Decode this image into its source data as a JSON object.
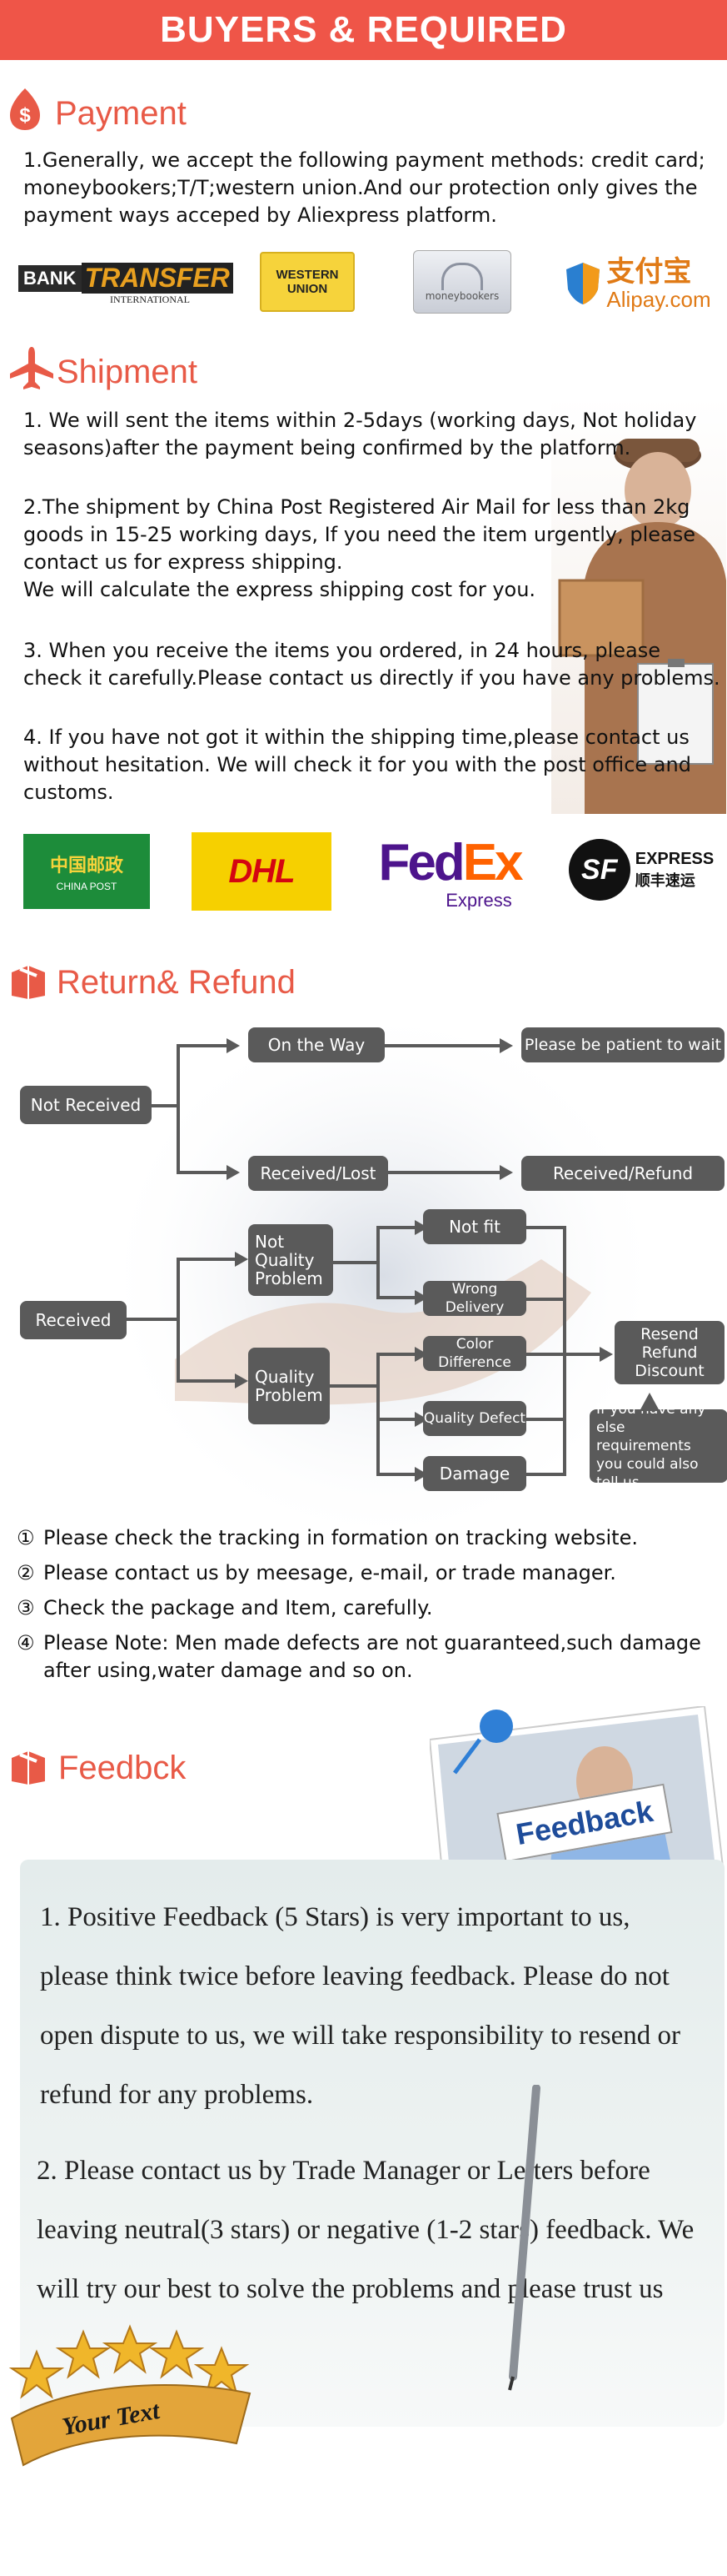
{
  "banner": {
    "title": "BUYERS & REQUIRED"
  },
  "payment": {
    "title": "Payment",
    "text": "1.Generally, we accept the following payment methods: credit card; moneybookers;T/T;western union.And our protection only gives the payment ways acceped by Aliexpress platform.",
    "logos": {
      "bank": {
        "big": "BANK",
        "big2": "TRANSFER",
        "small": "INTERNATIONAL"
      },
      "western": {
        "line1": "WESTERN",
        "line2": "UNION"
      },
      "moneybookers": {
        "name": "moneybookers"
      },
      "alipay": {
        "cn": "支付宝",
        "en": "Alipay.com"
      }
    }
  },
  "shipment": {
    "title": "Shipment",
    "p1": "1. We will sent the items within 2-5days (working days, Not holiday seasons)after the payment being confirmed by the platform.",
    "p2": "2.The shipment by China Post Registered Air Mail for less than  2kg goods in 15-25 working days, If  you need the item urgently, please contact us for express shipping.",
    "p2b": "We will calculate the express shipping cost for you.",
    "p3": "3. When you receive the items you ordered, in 24 hours, please check  it carefully.Please contact us directly if you have any problems.",
    "p4": "4. If you have not got it within the shipping time,please contact us without hesitation. We will check it for you with the post office and customs.",
    "logos": {
      "chinapost": {
        "cn": "中国邮政",
        "en": "CHINA POST"
      },
      "dhl": "DHL",
      "fedex": {
        "fed": "Fed",
        "ex": "Ex",
        "sub": "Express"
      },
      "sf": {
        "mark": "SF",
        "en": "EXPRESS",
        "cn": "顺丰速运"
      }
    }
  },
  "refund": {
    "title": "Return& Refund",
    "flow": {
      "not_received": "Not Received",
      "on_the_way": "On the Way",
      "be_patient": "Please be patient to wait",
      "received_lost": "Received/Lost",
      "received_refund": "Received/Refund",
      "received": "Received",
      "not_quality": "Not Quality Problem",
      "quality": "Quality Problem",
      "not_fit": "Not fit",
      "wrong_delivery": "Wrong Delivery",
      "color_difference": "Color Difference",
      "quality_defect": "Quality Defect",
      "damage": "Damage",
      "resend": "Resend Refund Discount",
      "else": "If you have any else requirements you could also tell us"
    },
    "notes": [
      {
        "num": "①",
        "text": "Please check the tracking in formation on tracking website."
      },
      {
        "num": "②",
        "text": "Please contact us by meesage, e-mail, or trade manager."
      },
      {
        "num": "③",
        "text": "Check the package and Item, carefully."
      },
      {
        "num": "④",
        "text": "Please Note: Men made defects  are not guaranteed,such damage after using,water damage and so on."
      }
    ]
  },
  "feedback": {
    "title": "Feedbck",
    "sign": "Feedback",
    "p1": "1. Positive Feedback (5 Stars) is very important to us, please think twice before leaving feedback. Please do not open dispute to us,   we will take responsibility to resend or refund for any problems.",
    "p2": "2. Please contact us by Trade Manager or Letters before leaving neutral(3 stars) or negative (1-2 stars) feedback. We will try our best to solve the problems and please trust us",
    "badge": "Your Text"
  }
}
